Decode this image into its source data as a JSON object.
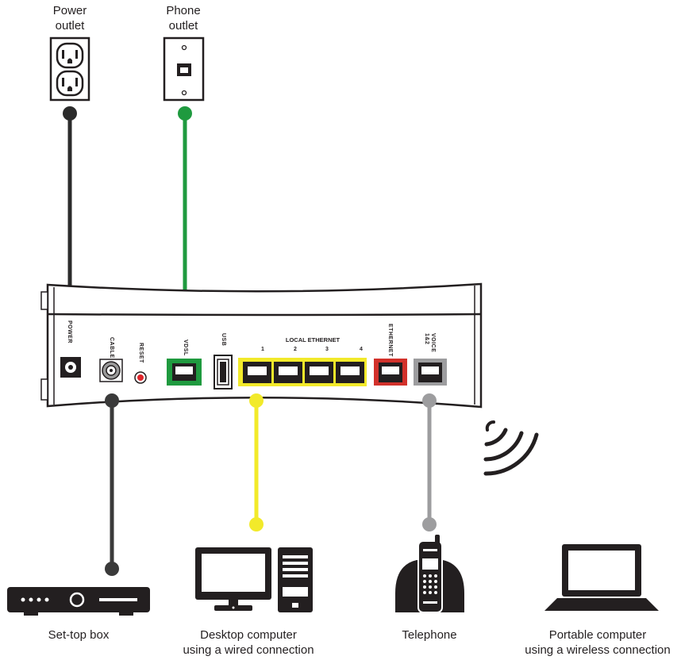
{
  "outlets": {
    "power": {
      "line1": "Power",
      "line2": "outlet"
    },
    "phone": {
      "line1": "Phone",
      "line2": "outlet"
    }
  },
  "router": {
    "ports": {
      "power": "POWER",
      "cable": "CABLE",
      "reset": "RESET",
      "vdsl": "VDSL",
      "usb": "USB",
      "local_ethernet": "LOCAL ETHERNET",
      "lan_numbers": [
        "1",
        "2",
        "3",
        "4"
      ],
      "ethernet": "ETHERNET",
      "voice_line1": "VOICE",
      "voice_line2": "1&2"
    }
  },
  "devices": {
    "settop": {
      "line1": "Set-top box"
    },
    "desktop": {
      "line1": "Desktop computer",
      "line2": "using a wired connection"
    },
    "telephone": {
      "line1": "Telephone"
    },
    "laptop": {
      "line1": "Portable computer",
      "line2": "using a wireless connection"
    }
  },
  "colors": {
    "power_cable": "#2b2b2b",
    "phone_cable": "#1f9a3f",
    "cable_coax": "#3a3a3a",
    "lan_yellow": "#f2ea2a",
    "ethernet_red": "#d2312b",
    "voice_gray": "#9d9d9f",
    "vdsl_green": "#1f9a3f",
    "reset_red": "#e0252b"
  }
}
